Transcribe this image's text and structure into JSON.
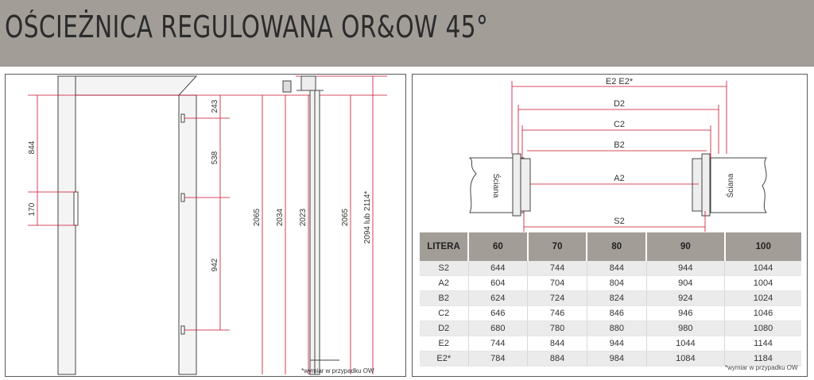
{
  "header": {
    "title": "OŚCIEŻNICA REGULOWANA OR&OW 45°"
  },
  "left_diagram": {
    "dims_left": [
      "844",
      "170"
    ],
    "dims_mid": [
      "243",
      "538",
      "942"
    ],
    "dims_profile": [
      "2065",
      "2034",
      "2023",
      "2065",
      "2094 lub 2114*"
    ],
    "footnote": "*wymiar w przypadku OW"
  },
  "right_diagram": {
    "dims": [
      "E2 E2*",
      "D2",
      "C2",
      "B2",
      "A2",
      "S2"
    ],
    "wall_label": "Ściana"
  },
  "table": {
    "headers": [
      "LITERA",
      "60",
      "70",
      "80",
      "90",
      "100"
    ],
    "rows": [
      [
        "S2",
        "644",
        "744",
        "844",
        "944",
        "1044"
      ],
      [
        "A2",
        "604",
        "704",
        "804",
        "904",
        "1004"
      ],
      [
        "B2",
        "624",
        "724",
        "824",
        "924",
        "1024"
      ],
      [
        "C2",
        "646",
        "746",
        "846",
        "946",
        "1046"
      ],
      [
        "D2",
        "680",
        "780",
        "880",
        "980",
        "1080"
      ],
      [
        "E2",
        "744",
        "844",
        "944",
        "1044",
        "1144"
      ],
      [
        "E2*",
        "784",
        "884",
        "984",
        "1084",
        "1184"
      ]
    ],
    "footnote": "*wymiar w przypadku OW"
  },
  "colors": {
    "header_bg": "#a29d97",
    "accent": "#c8102e",
    "table_header": "#a39d97"
  }
}
